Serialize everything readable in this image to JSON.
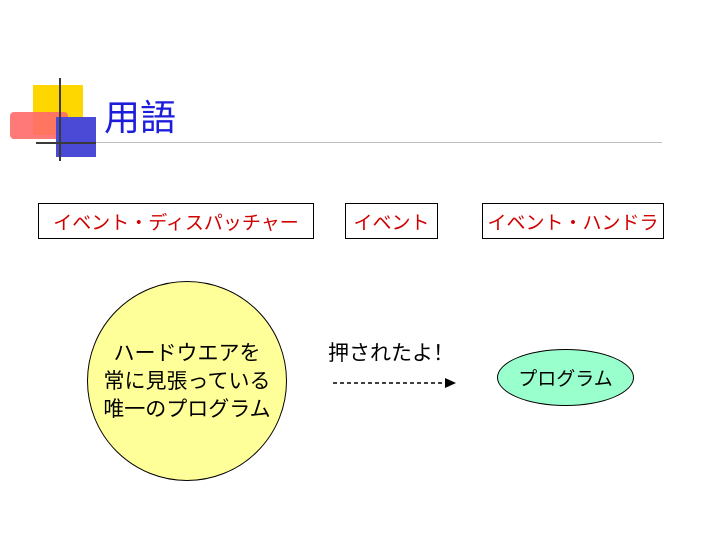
{
  "slide": {
    "title": "用語",
    "labels": {
      "dispatcher": "イベント・ディスパッチャー",
      "event": "イベント",
      "handler": "イベント・ハンドラ"
    },
    "dispatcher_circle": {
      "lines": [
        "ハードウエアを",
        "常に見張っている",
        "唯一のプログラム"
      ]
    },
    "event_message": "押されたよ！",
    "handler_program": "プログラム"
  },
  "colors": {
    "title": "#1d1ddc",
    "label_text": "#d00000",
    "circle_fill": "#ffff99",
    "ellipse_fill": "#99ffcc",
    "deco_yellow": "#ffd700",
    "deco_blue": "#4a4ad6",
    "deco_red": "#ff6a6a"
  }
}
